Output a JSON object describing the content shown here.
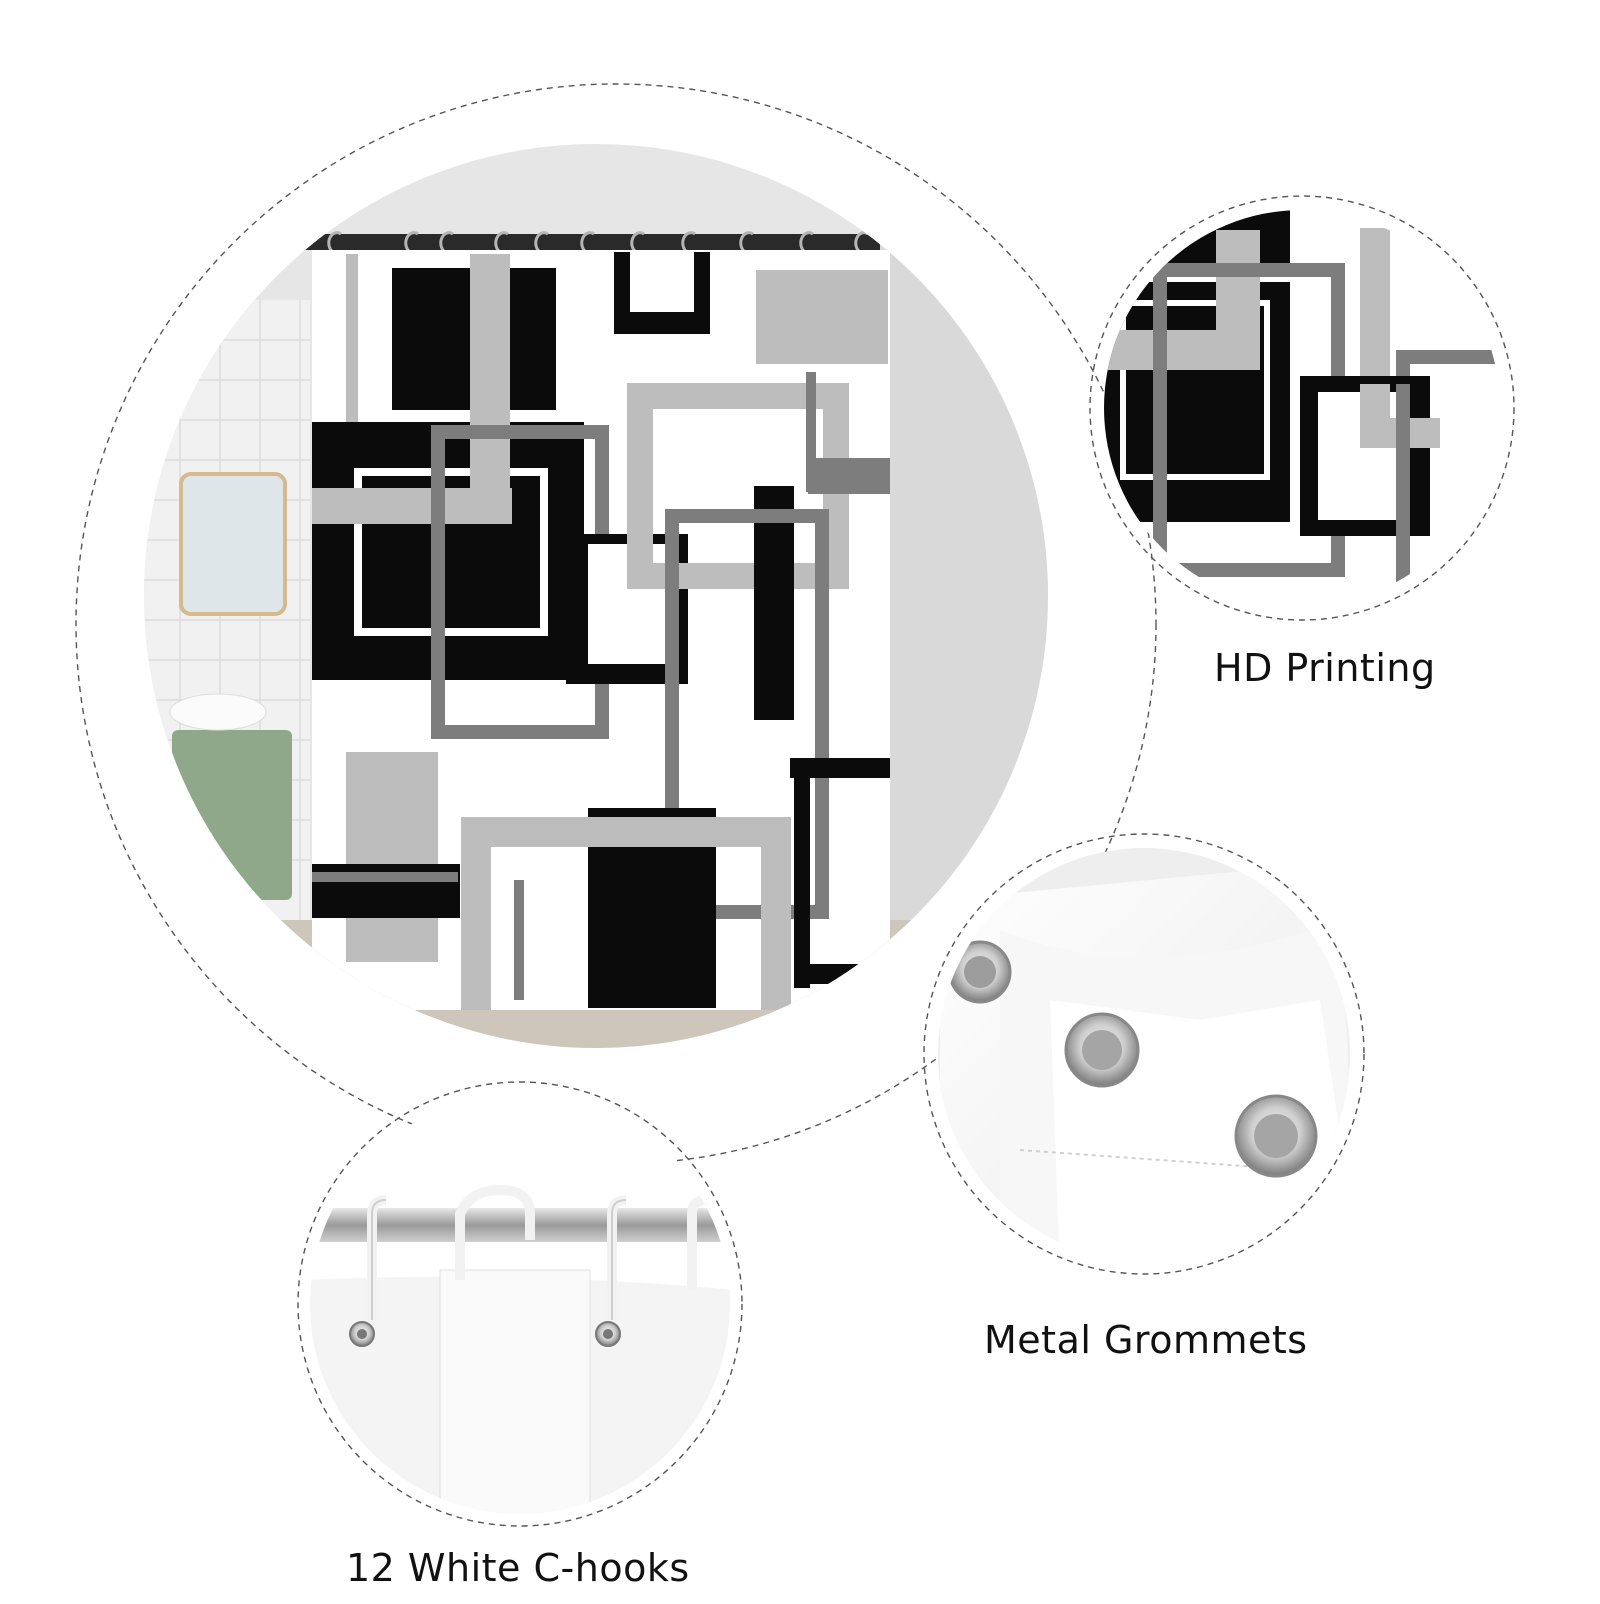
{
  "features": {
    "hd_printing": {
      "label": "HD Printing"
    },
    "metal_grommets": {
      "label": "Metal Grommets"
    },
    "c_hooks": {
      "label": "12 White C-hooks"
    }
  },
  "colors": {
    "black": "#0b0b0b",
    "silver": "#bdbdbd",
    "gray": "#7d7d7d",
    "white": "#ffffff",
    "sage_green": "#8fa88a",
    "dashed_outline": "#555555"
  },
  "icons": [
    "dashed-circle-outline",
    "metal-grommet-icon",
    "c-hook-icon",
    "curtain-rod-icon"
  ]
}
